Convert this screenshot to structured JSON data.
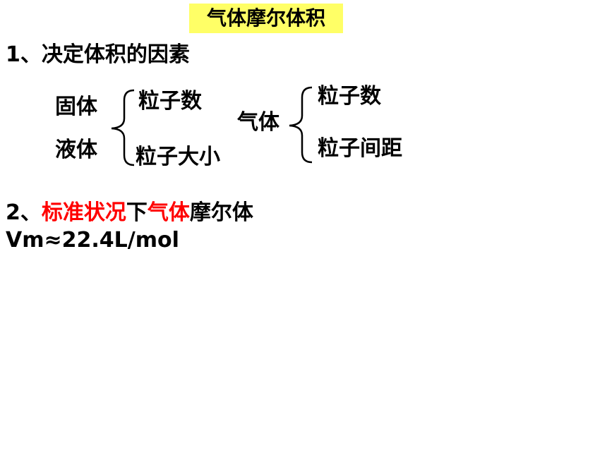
{
  "title": "气体摩尔体积",
  "section1": {
    "heading": "1、决定体积的因素",
    "solid_liquid": {
      "labels": [
        "固体",
        "液体"
      ],
      "factors": [
        "粒子数",
        "粒子大小"
      ]
    },
    "gas": {
      "label": "气体",
      "factors": [
        "粒子数",
        "粒子间距"
      ]
    }
  },
  "section2": {
    "prefix": "2、",
    "highlight1": "标准状况",
    "middle": "下",
    "highlight2": "气体",
    "suffix": "摩尔体",
    "formula": "Vm≈22.4L/mol"
  },
  "colors": {
    "title_bg": "#ffff66",
    "highlight": "#ff0000"
  }
}
